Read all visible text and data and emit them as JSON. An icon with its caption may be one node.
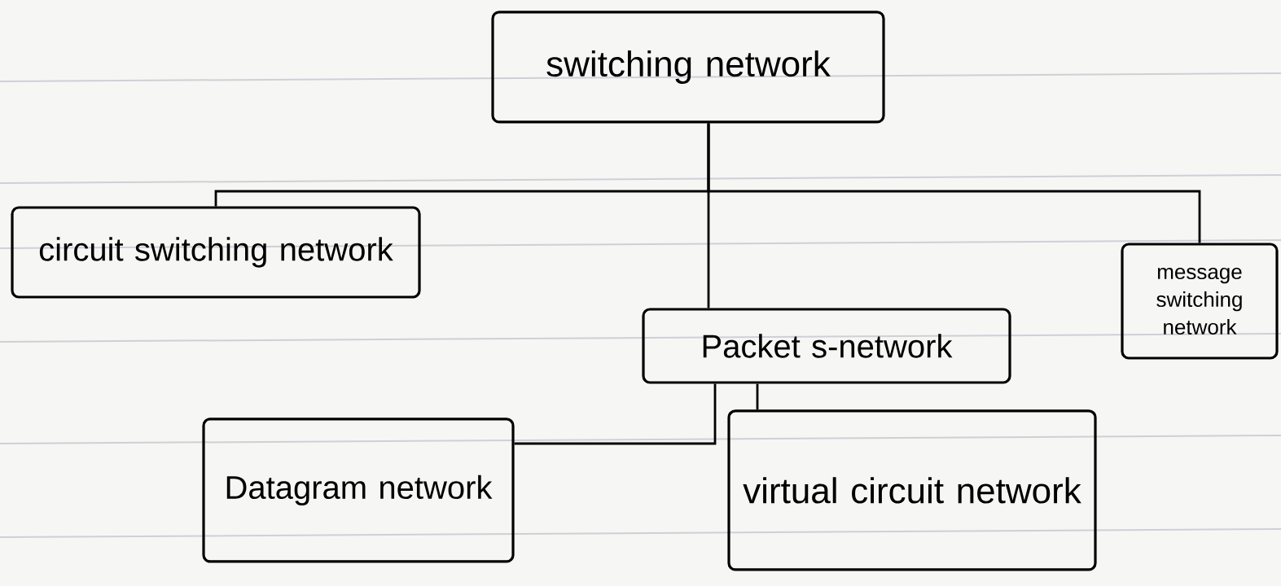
{
  "diagram": {
    "nodes": [
      {
        "text": [
          "switching network"
        ]
      },
      {
        "text": [
          "circuit switching network"
        ]
      },
      {
        "text": [
          "Packet s-network"
        ]
      },
      {
        "text": [
          "message switching network"
        ]
      },
      {
        "text": [
          "Datagram network"
        ]
      },
      {
        "text": [
          "virtual circuit network"
        ]
      }
    ],
    "edges": [
      {
        "from": 0,
        "to": 1,
        "arrow": "none"
      },
      {
        "from": 0,
        "to": 2,
        "arrow": "none"
      },
      {
        "from": 0,
        "to": 3,
        "arrow": "none"
      },
      {
        "from": 2,
        "to": 5,
        "arrow": "none"
      },
      {
        "from": 2,
        "to": 4,
        "arrow": "none"
      }
    ]
  }
}
